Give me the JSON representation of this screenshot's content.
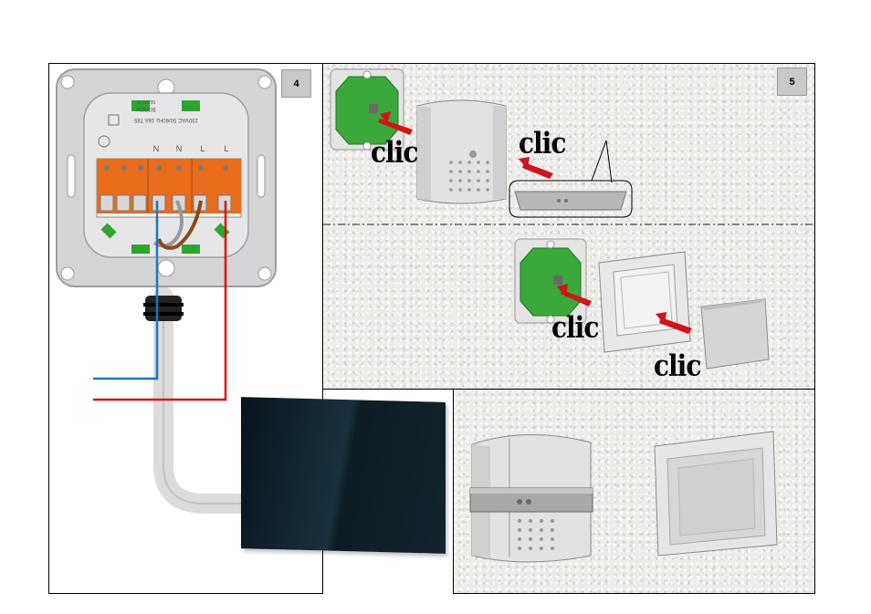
{
  "steps": [
    {
      "number": "4"
    },
    {
      "number": "5"
    }
  ],
  "callouts": {
    "clic_a": "clic",
    "clic_b": "clic",
    "clic_c": "clic",
    "clic_d": "clic"
  },
  "insert_labels": {
    "brand": "BOSCH",
    "rating": "230VAC 50/60Hz 16A T85",
    "sensor": "SENSOR",
    "terminals": [
      "N",
      "N",
      "L",
      "L"
    ]
  },
  "colors": {
    "neutral_wire": "#1976c8",
    "live_wire": "#e01010",
    "pcb_green": "#3aa83a",
    "terminal_orange": "#e06a1a",
    "arrow_red": "#d0141c",
    "panel_glass": "#0c1820"
  }
}
